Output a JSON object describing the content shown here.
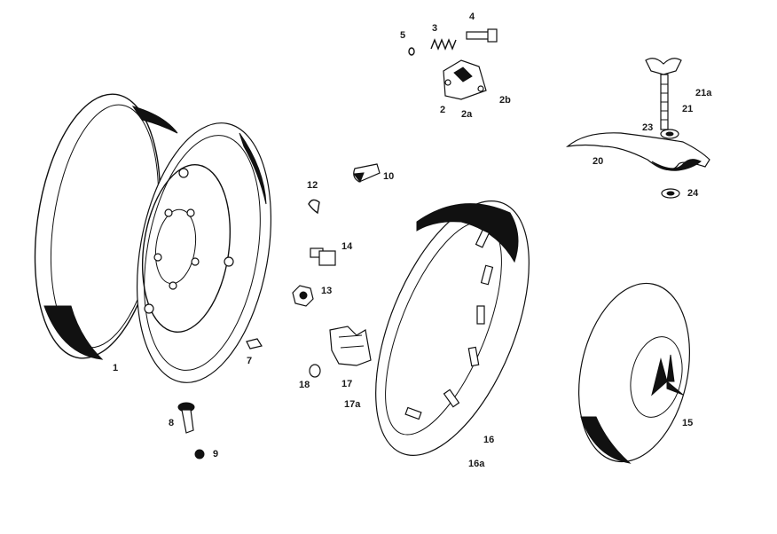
{
  "labels": {
    "l1": "1",
    "l2": "2",
    "l2a": "2a",
    "l2b": "2b",
    "l3": "3",
    "l4": "4",
    "l5": "5",
    "l7": "7",
    "l8": "8",
    "l9": "9",
    "l10": "10",
    "l12": "12",
    "l13": "13",
    "l14": "14",
    "l15": "15",
    "l16": "16",
    "l16a": "16a",
    "l17": "17",
    "l17a": "17a",
    "l18": "18",
    "l20": "20",
    "l21": "21",
    "l21a": "21a",
    "l23": "23",
    "l24": "24"
  }
}
